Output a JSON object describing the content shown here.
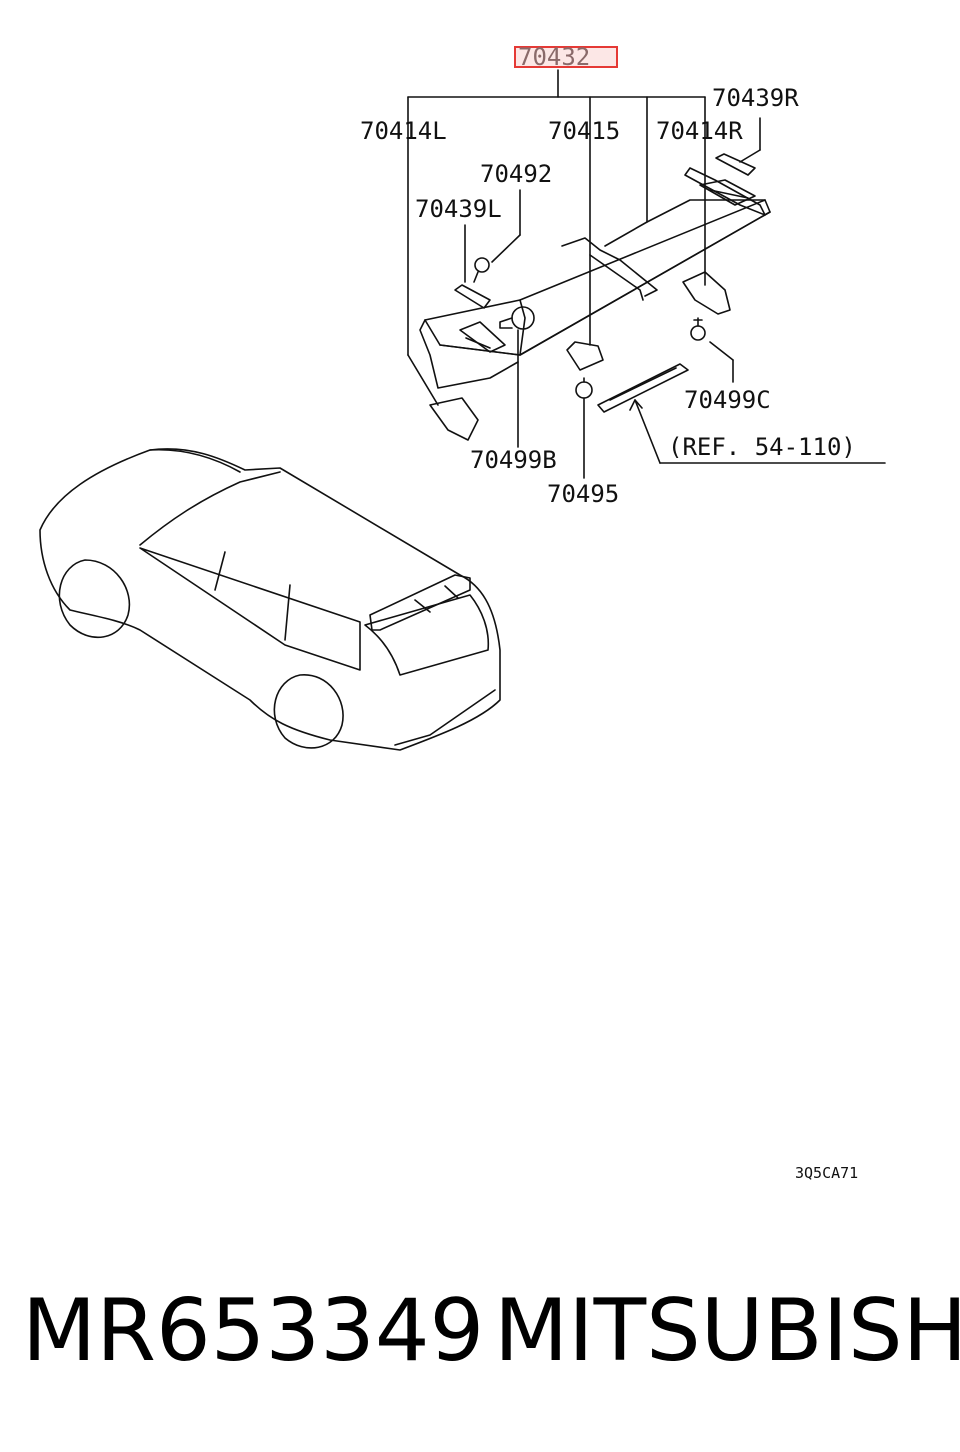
{
  "diagram": {
    "highlighted_part": "70432",
    "labels": {
      "p70439R": "70439R",
      "p70414L": "70414L",
      "p70415": "70415",
      "p70414R": "70414R",
      "p70492": "70492",
      "p70439L": "70439L",
      "p70499C": "70499C",
      "ref": "(REF. 54-110)",
      "p70499B": "70499B",
      "p70495": "70495"
    },
    "drawing_code": "3Q5CA71"
  },
  "footer": {
    "part_number": "MR653349",
    "brand": "MITSUBISHI"
  }
}
